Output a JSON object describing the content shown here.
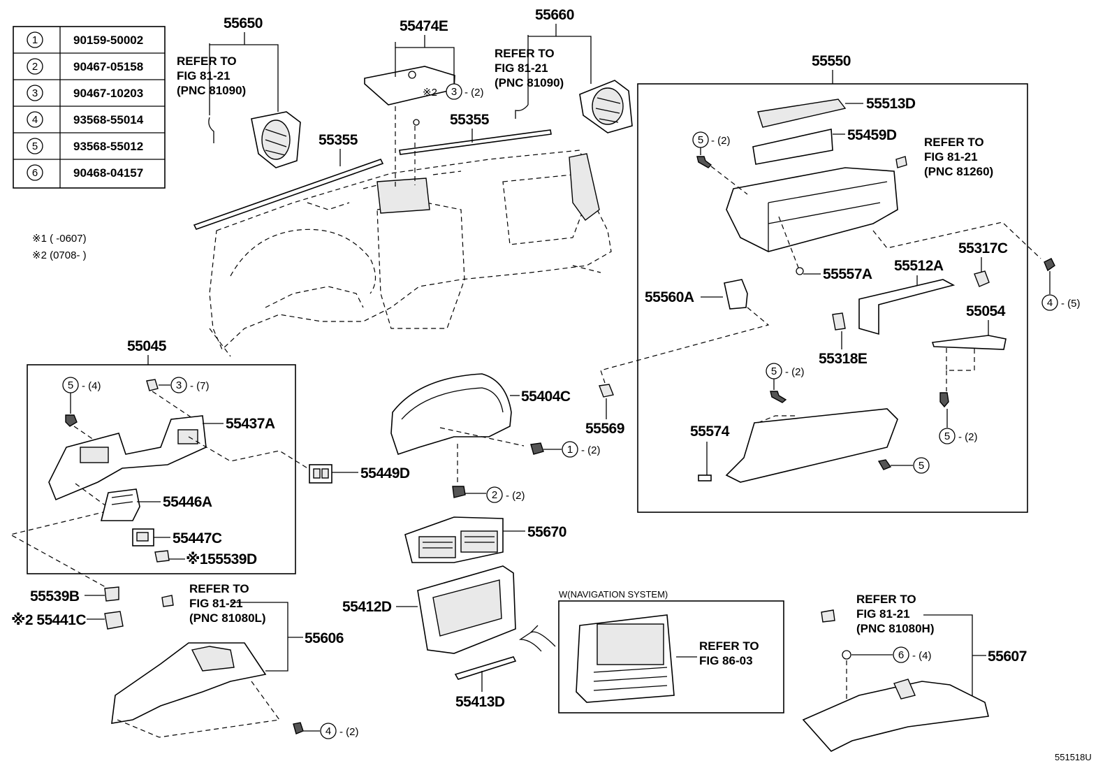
{
  "fastener_table": [
    {
      "ref": "1",
      "part": "90159-50002"
    },
    {
      "ref": "2",
      "part": "90467-05158"
    },
    {
      "ref": "3",
      "part": "90467-10203"
    },
    {
      "ref": "4",
      "part": "93568-55014"
    },
    {
      "ref": "5",
      "part": "93568-55012"
    },
    {
      "ref": "6",
      "part": "90468-04157"
    }
  ],
  "notes": {
    "note1": "※1 (      -0607)",
    "note2": "※2 (0708-      )"
  },
  "labels": {
    "p55650": "55650",
    "p55474E": "55474E",
    "p55660": "55660",
    "p55550": "55550",
    "p55355_left": "55355",
    "p55355_right": "55355",
    "p55513D": "55513D",
    "p55459D": "55459D",
    "p55557A": "55557A",
    "p55512A": "55512A",
    "p55317C": "55317C",
    "p55560A": "55560A",
    "p55054": "55054",
    "p55318E": "55318E",
    "p55574": "55574",
    "p55569": "55569",
    "p55045": "55045",
    "p55437A": "55437A",
    "p55449D": "55449D",
    "p55446A": "55446A",
    "p55447C": "55447C",
    "p55539D": "※155539D",
    "p55539B": "55539B",
    "p55441C": "※2 55441C",
    "p55404C": "55404C",
    "p55670": "55670",
    "p55412D": "55412D",
    "p55413D": "55413D",
    "p55606": "55606",
    "p55607": "55607",
    "fig_code": "551518U"
  },
  "callouts": {
    "c3_2_top": "3",
    "c3_2_top_qty": "- (2)",
    "c3_2_prefix": "※2",
    "c5_2_a": "5",
    "c5_2_a_qty": "- (2)",
    "c4_5": "4",
    "c4_5_qty": "- (5)",
    "c5_2_b": "5",
    "c5_2_b_qty": "- (2)",
    "c5_2_c": "5",
    "c5_2_c_qty": "- (2)",
    "c5_single": "5",
    "c5_4": "5",
    "c5_4_qty": "- (4)",
    "c3_7": "3",
    "c3_7_qty": "- (7)",
    "c1_2": "1",
    "c1_2_qty": "- (2)",
    "c2_2": "2",
    "c2_2_qty": "- (2)",
    "c4_2": "4",
    "c4_2_qty": "- (2)",
    "c6_4": "6",
    "c6_4_qty": "- (4)"
  },
  "refer": {
    "r55650": [
      "REFER TO",
      "FIG 81-21",
      "(PNC 81090)"
    ],
    "r55660": [
      "REFER TO",
      "FIG 81-21",
      "(PNC 81090)"
    ],
    "r55550": [
      "REFER TO",
      "FIG 81-21",
      "(PNC 81260)"
    ],
    "r55606": [
      "REFER TO",
      "FIG 81-21",
      "(PNC 81080L)"
    ],
    "r55607": [
      "REFER TO",
      "FIG 81-21",
      "(PNC 81080H)"
    ],
    "rnav": [
      "REFER TO",
      "FIG 86-03"
    ]
  },
  "nav_title": "W(NAVIGATION SYSTEM)"
}
